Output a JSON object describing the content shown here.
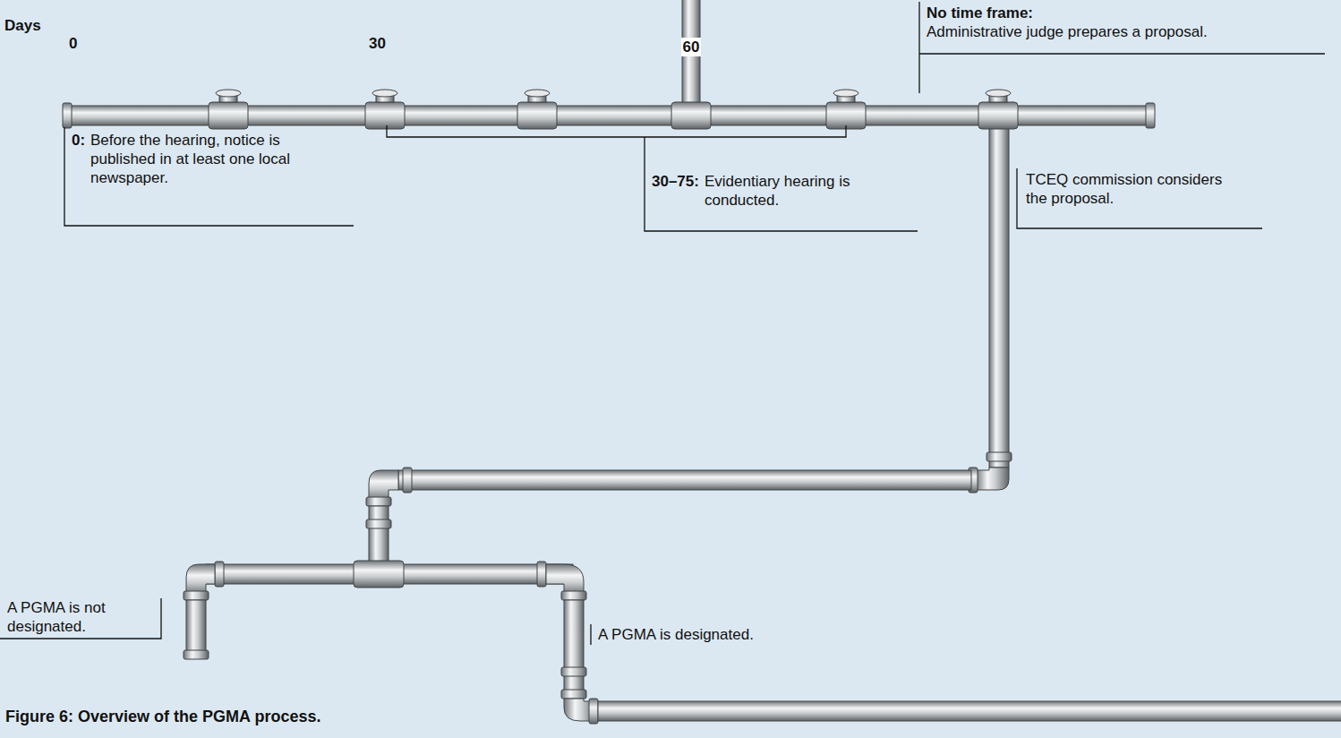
{
  "diagram": {
    "caption": "Figure 6: Overview of the PGMA process.",
    "labels": [
      "Days",
      "0",
      "30",
      "60",
      "No time frame:",
      "Administrative judge prepares a proposal.",
      "0:",
      "Before the hearing, notice is published in at least one local newspaper.",
      "30–75:",
      "Evidentiary hearing is conducted.",
      "TCEQ commission considers the proposal.",
      "A PGMA is not designated.",
      "A PGMA is designated."
    ]
  }
}
